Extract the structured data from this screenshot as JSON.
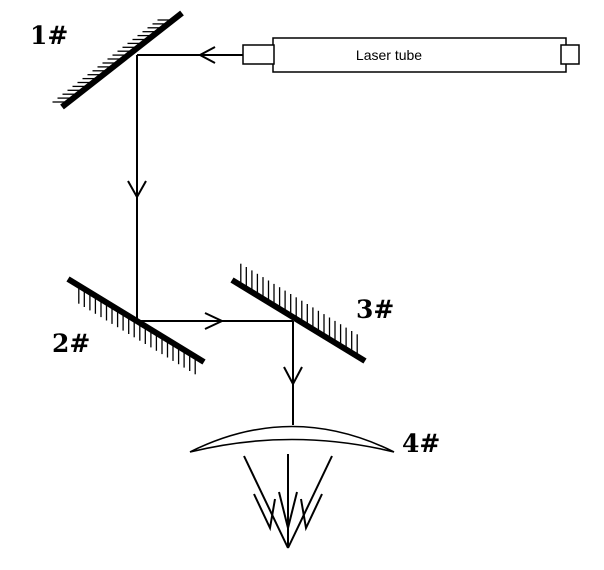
{
  "labels": {
    "mirror_1": "1#",
    "mirror_2": "2#",
    "mirror_3": "3#",
    "lens_4": "4#",
    "laser_tube": "Laser tube"
  },
  "colors": {
    "line": "#000000",
    "background": "#ffffff"
  }
}
